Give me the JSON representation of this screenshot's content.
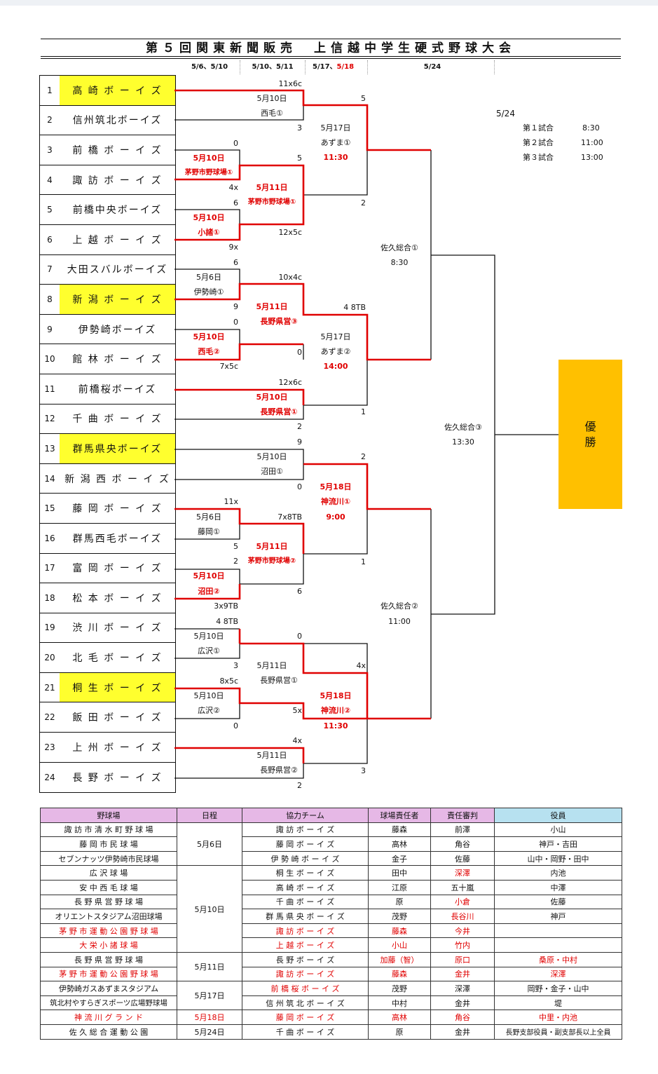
{
  "title": "第５回関東新聞販売　上信越中学生硬式野球大会",
  "round_headers": {
    "r1": "5/6、5/10",
    "r2": "5/10、5/11",
    "r3a": "5/17、",
    "r3b": "5/18",
    "r4": "5/24"
  },
  "teams": [
    {
      "no": "1",
      "name": "高 崎 ボ ー イ ズ"
    },
    {
      "no": "2",
      "name": "信州筑北ボーイズ"
    },
    {
      "no": "3",
      "name": "前 橋 ボ ー イ ズ"
    },
    {
      "no": "4",
      "name": "諏 訪 ボ ー イ ズ"
    },
    {
      "no": "5",
      "name": "前橋中央ボーイズ"
    },
    {
      "no": "6",
      "name": "上 越 ボ ー イ ズ"
    },
    {
      "no": "7",
      "name": "大田スバルボーイズ"
    },
    {
      "no": "8",
      "name": "新 潟 ボ ー イ ズ"
    },
    {
      "no": "9",
      "name": "伊勢崎ボーイズ"
    },
    {
      "no": "10",
      "name": "館 林 ボ ー イ ズ"
    },
    {
      "no": "11",
      "name": "前橋桜ボーイズ"
    },
    {
      "no": "12",
      "name": "千 曲 ボ ー イ ズ"
    },
    {
      "no": "13",
      "name": "群馬県央ボーイズ"
    },
    {
      "no": "14",
      "name": "新 潟 西 ボ ー イ ズ"
    },
    {
      "no": "15",
      "name": "藤 岡 ボ ー イ ズ"
    },
    {
      "no": "16",
      "name": "群馬西毛ボーイズ"
    },
    {
      "no": "17",
      "name": "富 岡 ボ ー イ ズ"
    },
    {
      "no": "18",
      "name": "松 本 ボ ー イ ズ"
    },
    {
      "no": "19",
      "name": "渋 川 ボ ー イ ズ"
    },
    {
      "no": "20",
      "name": "北 毛 ボ ー イ ズ"
    },
    {
      "no": "21",
      "name": "桐 生 ボ ー イ ズ"
    },
    {
      "no": "22",
      "name": "飯 田 ボ ー イ ズ"
    },
    {
      "no": "23",
      "name": "上 州 ボ ー イ ズ"
    },
    {
      "no": "24",
      "name": "長 野 ボ ー イ ズ"
    }
  ],
  "schedule_note": {
    "date": "5/24",
    "g1": "第１試合",
    "t1": "8:30",
    "g2": "第２試合",
    "t2": "11:00",
    "g3": "第３試合",
    "t3": "13:00"
  },
  "bracket": {
    "s01": "11x6c",
    "d01": "5月10日",
    "v01": "西毛①",
    "s02": "3",
    "s03": "5",
    "d02": "5月17日",
    "v02": "あずま①",
    "t02": "11:30",
    "s04": "2",
    "s05": "0",
    "d03": "5月10日",
    "v03": "茅野市野球場①",
    "s06": "4x",
    "s07": "5",
    "d04": "5月11日",
    "v04": "茅野市野球場①",
    "s08": "12x5c",
    "s09": "6",
    "d05": "5月10日",
    "v05": "小諸①",
    "s10": "9x",
    "s11": "6",
    "d06": "5月6日",
    "v06": "伊勢崎①",
    "s12": "9",
    "s13": "10x4c",
    "d07": "5月11日",
    "v07": "長野県営③",
    "s14": "0",
    "s15": "0",
    "d08": "5月10日",
    "v08": "西毛②",
    "s16": "7x5c",
    "s17": "4 8TB",
    "d09": "5月17日",
    "v09": "あずま②",
    "t09": "14:00",
    "s18": "1",
    "s19": "12x6c",
    "d10": "5月10日",
    "v10": "長野県営①",
    "s20": "2",
    "v11": "佐久総合①",
    "t11": "8:30",
    "v12": "佐久総合③",
    "t12": "13:30",
    "s21": "9",
    "d13": "5月10日",
    "v13": "沼田①",
    "s22": "0",
    "s23": "2",
    "d14": "5月18日",
    "v14": "神流川①",
    "t14": "9:00",
    "s24": "1",
    "s25": "11x",
    "d15": "5月6日",
    "v15": "藤岡①",
    "s26": "5",
    "s27": "7x8TB",
    "d16": "5月11日",
    "v16": "茅野市野球場②",
    "s28": "6",
    "s29": "2",
    "d17": "5月10日",
    "v17": "沼田②",
    "s30": "3x9TB",
    "v18": "佐久総合②",
    "t18": "11:00",
    "s31": "4 8TB",
    "d19": "5月10日",
    "v19": "広沢①",
    "s32": "3",
    "s33": "0",
    "d20": "5月11日",
    "v20": "長野県営①",
    "s34": "5x",
    "s35": "8x5c",
    "d21": "5月10日",
    "v21": "広沢②",
    "s36": "0",
    "s37": "4x",
    "d22": "5月18日",
    "v22": "神流川②",
    "t22": "11:30",
    "s38": "3",
    "s39": "4x",
    "d23": "5月11日",
    "v23": "長野県営②",
    "s40": "2"
  },
  "champion": "優\n勝",
  "table": {
    "headers": [
      "野球場",
      "日程",
      "協力チーム",
      "球場責任者",
      "責任審判",
      "役員"
    ],
    "rows": [
      {
        "venue": "諏 訪 市 清 水 町 野 球 場",
        "team": "諏 訪 ボ ー イ ズ",
        "mgr": "藤森",
        "ump": "前澤",
        "off": "小山"
      },
      {
        "venue": "藤 岡 市 民 球 場",
        "team": "藤 岡 ボ ー イ ズ",
        "mgr": "高林",
        "ump": "角谷",
        "off": "神戸・吉田"
      },
      {
        "venue": "セブンナッツ伊勢崎市民球場",
        "team": "伊 勢 崎 ボ ー イ ズ",
        "mgr": "金子",
        "ump": "佐藤",
        "off": "山中・岡野・田中"
      },
      {
        "venue": "広 沢 球 場",
        "team": "桐 生 ボ ー イ ズ",
        "mgr": "田中",
        "ump": "深澤",
        "off": "内池"
      },
      {
        "venue": "安 中 西 毛 球 場",
        "team": "高 崎 ボ ー イ ズ",
        "mgr": "江原",
        "ump": "五十嵐",
        "off": "中澤"
      },
      {
        "venue": "長 野 県 営 野 球 場",
        "team": "千 曲 ボ ー イ ズ",
        "mgr": "原",
        "ump": "小倉",
        "off": "佐藤"
      },
      {
        "venue": "オリエントスタジアム沼田球場",
        "team": "群 馬 県 央 ボ ー イ ズ",
        "mgr": "茂野",
        "ump": "長谷川",
        "off": "神戸"
      },
      {
        "venue": "茅 野 市 運 動 公 園 野 球 場",
        "team": "諏 訪 ボ ー イ ズ",
        "mgr": "藤森",
        "ump": "今井",
        "off": ""
      },
      {
        "venue": "大 栄 小 諸 球 場",
        "team": "上 越 ボ ー イ ズ",
        "mgr": "小山",
        "ump": "竹内",
        "off": ""
      },
      {
        "venue": "長 野 県 営 野 球 場",
        "team": "長 野 ボ ー イ ズ",
        "mgr": "加藤（智）",
        "ump": "原口",
        "off": "桑原・中村"
      },
      {
        "venue": "茅 野 市 運 動 公 園 野 球 場",
        "team": "諏 訪 ボ ー イ ズ",
        "mgr": "藤森",
        "ump": "金井",
        "off": "深澤"
      },
      {
        "venue": "伊勢崎ガスあずまスタジアム",
        "team": "前 橋 桜 ボ ー イ ズ",
        "mgr": "茂野",
        "ump": "深澤",
        "off": "岡野・金子・山中"
      },
      {
        "venue": "筑北村やすらぎスポーツ広場野球場",
        "team": "信 州 筑 北 ボ ー イ ズ",
        "mgr": "中村",
        "ump": "金井",
        "off": "堤"
      },
      {
        "venue": "神 流 川 グ ラ ン ド",
        "team": "藤 岡 ボ ー イ ズ",
        "mgr": "高林",
        "ump": "角谷",
        "off": "中里・内池"
      },
      {
        "venue": "佐 久 総 合 運 動 公 園",
        "team": "千 曲 ボ ー イ ズ",
        "mgr": "原",
        "ump": "金井",
        "off": "長野支部役員・副支部長以上全員"
      }
    ],
    "dates": [
      "5月6日",
      "5月10日",
      "5月11日",
      "5月17日",
      "5月18日",
      "5月24日"
    ]
  },
  "colors": {
    "win_line": "#e00000",
    "highlight": "#ffff2e",
    "champion_box": "#ffc000"
  }
}
